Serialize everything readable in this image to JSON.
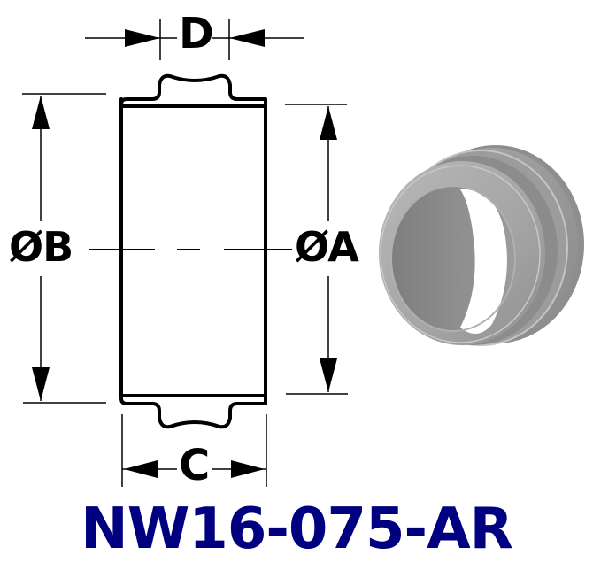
{
  "diagram": {
    "type": "technical-dimension-drawing",
    "subject": "centering ring / flange adapter",
    "dimension_labels": {
      "a": "ØA",
      "b": "ØB",
      "c": "C",
      "d": "D"
    },
    "part_number": "NW16-075-AR",
    "colors": {
      "line": "#000000",
      "part_number": "#000080",
      "ring_light": "#b4b4b4",
      "ring_mid": "#9a9a9a",
      "ring_dark": "#7c7c7c",
      "background": "#ffffff"
    }
  }
}
